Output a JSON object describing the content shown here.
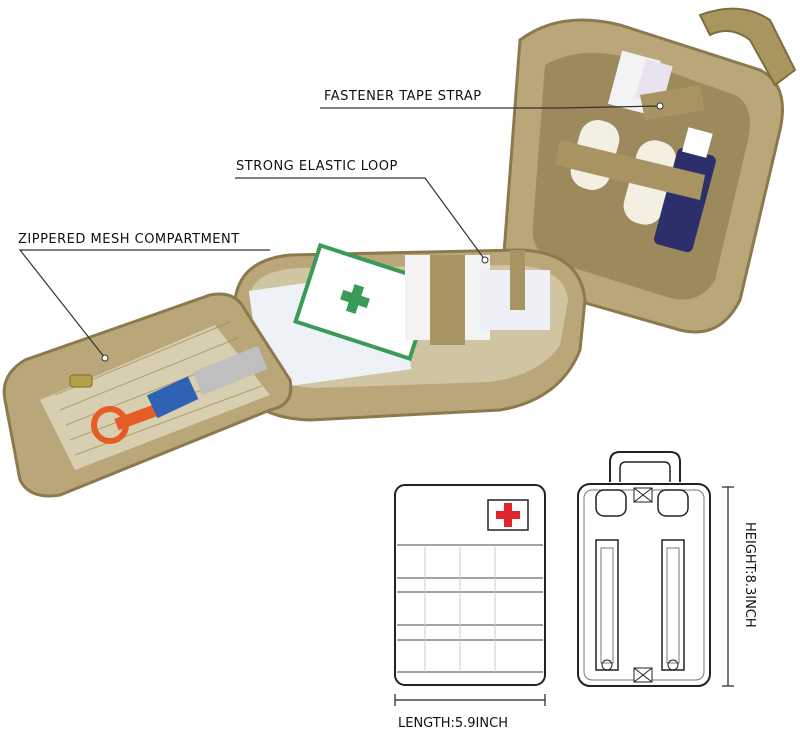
{
  "callouts": {
    "fastener": "FASTENER TAPE STRAP",
    "elastic": "STRONG ELASTIC LOOP",
    "mesh": "ZIPPERED MESH COMPARTMENT"
  },
  "dimensions": {
    "length": "LENGTH:5.9INCH",
    "height": "HEIGHT:8.3INCH"
  },
  "colors": {
    "bag": "#b9a779",
    "bag_dark": "#8c7a4e",
    "cross": "#e0262b"
  }
}
